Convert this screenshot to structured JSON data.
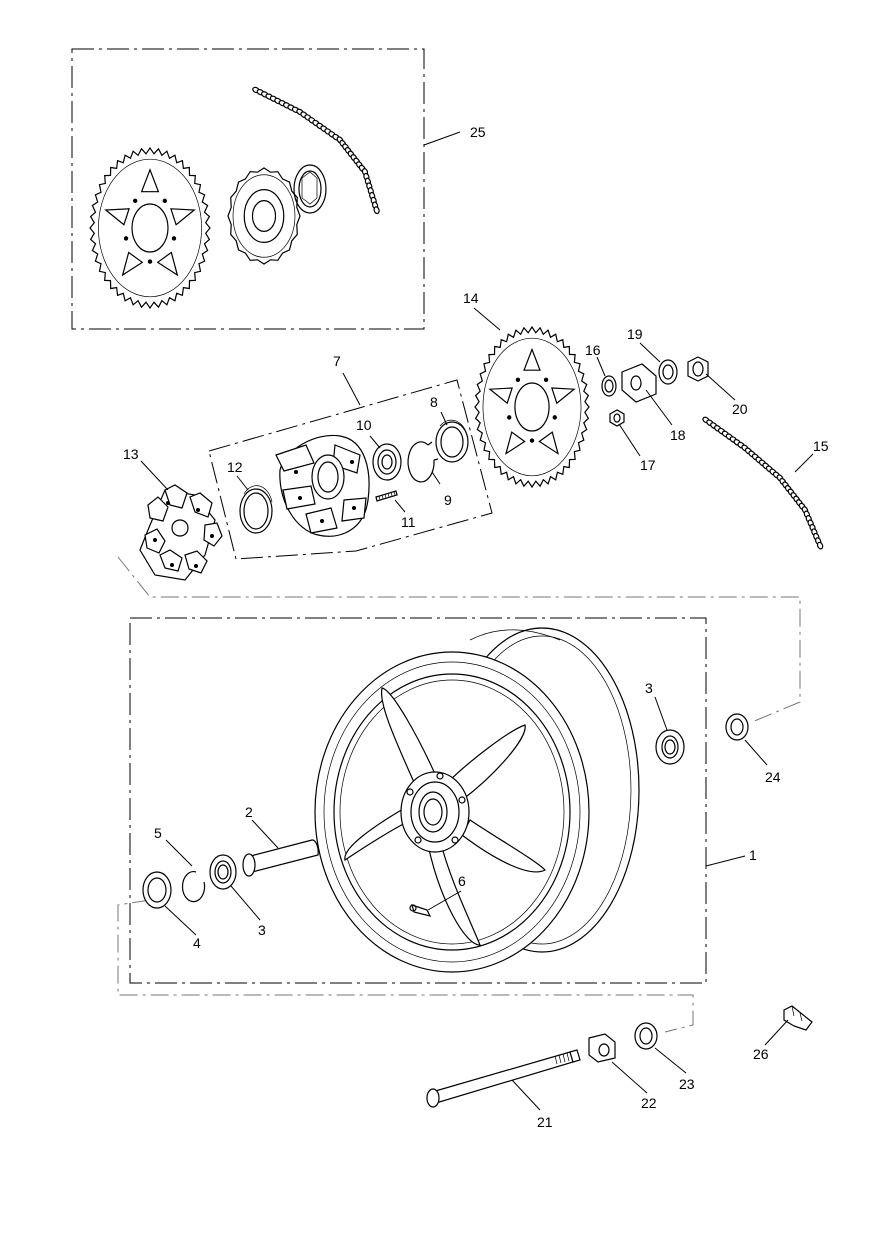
{
  "callouts": {
    "c1": "1",
    "c2": "2",
    "c3a": "3",
    "c3b": "3",
    "c4": "4",
    "c5": "5",
    "c6": "6",
    "c7": "7",
    "c8": "8",
    "c9": "9",
    "c10": "10",
    "c11": "11",
    "c12": "12",
    "c13": "13",
    "c14": "14",
    "c15": "15",
    "c16": "16",
    "c17": "17",
    "c18": "18",
    "c19": "19",
    "c20": "20",
    "c21": "21",
    "c22": "22",
    "c23": "23",
    "c24": "24",
    "c25": "25",
    "c26": "26"
  },
  "icons": {
    "rear_sprocket": "sprocket-icon",
    "front_sprocket": "sprocket-icon",
    "chain": "chain-icon",
    "wheel": "wheel-icon",
    "axle": "axle-icon"
  }
}
